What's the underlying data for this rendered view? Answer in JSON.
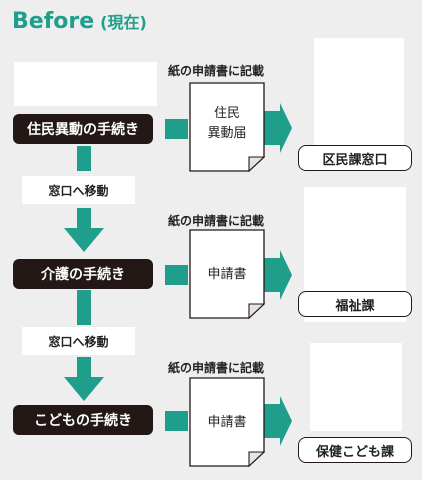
{
  "heading": {
    "title": "Before",
    "subtitle": "(現在)"
  },
  "procedures": [
    {
      "label": "住民異動の手続き",
      "note": "紙の申請書に記載",
      "doc_lines": [
        "住民",
        "異動届"
      ],
      "destination": "区民課窓口"
    },
    {
      "label": "介護の手続き",
      "note": "紙の申請書に記載",
      "doc_lines": [
        "申請書"
      ],
      "destination": "福祉課"
    },
    {
      "label": "こどもの手続き",
      "note": "紙の申請書に記載",
      "doc_lines": [
        "申請書"
      ],
      "destination": "保健こども課"
    }
  ],
  "transitions": [
    {
      "label": "窓口へ移動"
    },
    {
      "label": "窓口へ移動"
    }
  ],
  "colors": {
    "accent": "#1f9e8c",
    "pill": "#231815",
    "background": "#eeeeee"
  }
}
